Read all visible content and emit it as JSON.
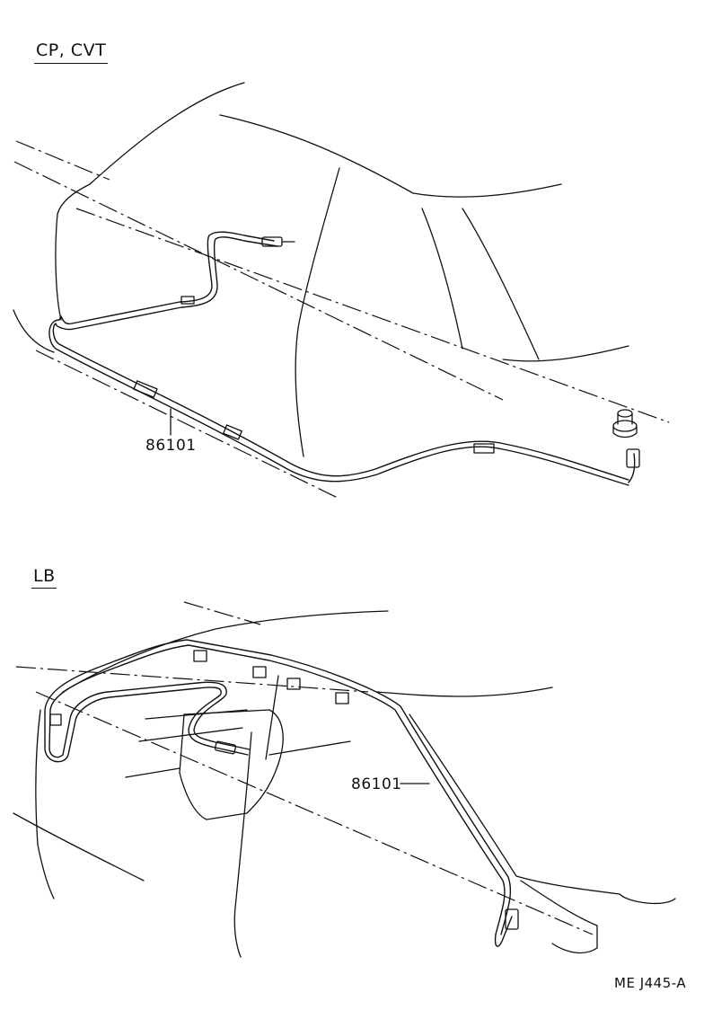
{
  "sections": {
    "top": {
      "title": "CP, CVT",
      "part_label": "86101"
    },
    "bottom": {
      "title": "LB",
      "part_label": "86101"
    }
  },
  "footer": {
    "code": "ME  J445-A"
  }
}
